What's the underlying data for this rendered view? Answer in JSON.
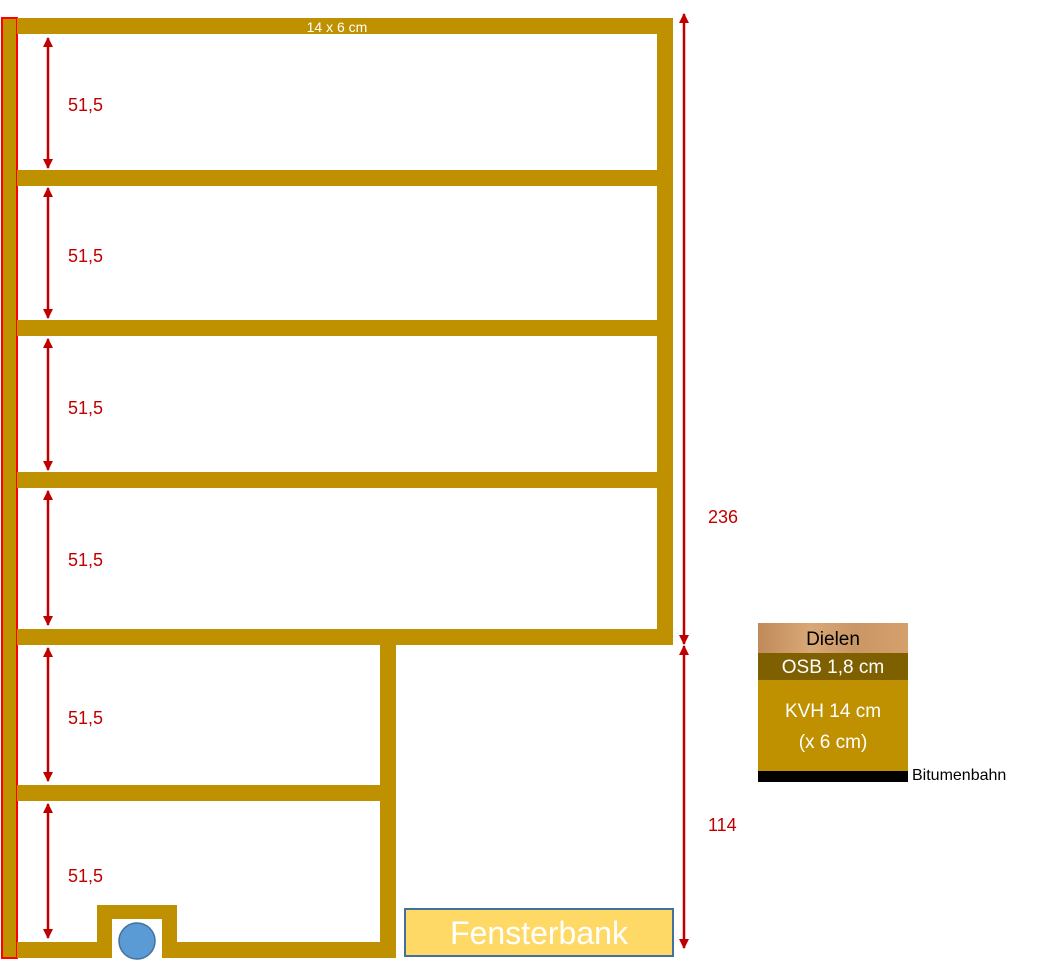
{
  "beam_caption": "14 x 6 cm",
  "spacing_labels": [
    "51,5",
    "51,5",
    "51,5",
    "51,5",
    "51,5",
    "51,5"
  ],
  "dimension_total_upper": "236",
  "dimension_total_lower": "114",
  "window_sill_label": "Fensterbank",
  "legend": {
    "floorboards": "Dielen",
    "osb": "OSB 1,8 cm",
    "kvh_line1": "KVH 14 cm",
    "kvh_line2": "(x 6 cm)",
    "bitumen": "Bitumenbahn"
  },
  "colors": {
    "beam": "#BF9000",
    "dimension": "#C00000",
    "wall_outline": "#FF0000",
    "sill_fill": "#FFD966",
    "sill_border": "#41719C",
    "pipe_fill": "#5B9BD5",
    "osb": "#7F6000",
    "bitumen": "#000000"
  }
}
